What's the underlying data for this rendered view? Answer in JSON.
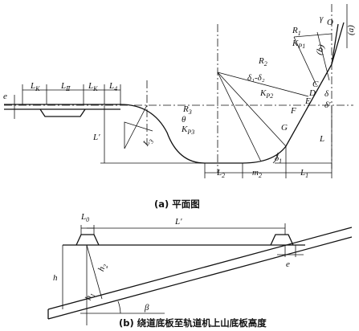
{
  "captions": {
    "a": "(a) 平面图",
    "b": "(b) 绕道底板至轨道机上山底板高度"
  },
  "plan_labels": {
    "gamma": "γ",
    "R1": "R",
    "R1_sub": "1",
    "KP1": "K",
    "KP1_sub": "P1",
    "O": "O",
    "a_dim": "(a)",
    "b_dim": "(b)",
    "R2": "R",
    "R2_sub": "2",
    "delta_diff": "δ₁-δ₂",
    "KP2": "K",
    "KP2_sub": "P2",
    "C": "C",
    "D": "D",
    "E": "E",
    "F": "F",
    "G": "G",
    "delta_right": "δ",
    "delta_prime": "δ′",
    "L": "L",
    "delta1": "δ",
    "delta1_sub": "1",
    "e": "e",
    "LK1": "L",
    "LK1_sub": "K",
    "LII": "L",
    "LII_sub": "Ⅱ",
    "LK2": "L",
    "LK2_sub": "K",
    "L4": "L",
    "L4_sub": "4",
    "R3": "R",
    "R3_sub": "3",
    "theta": "θ",
    "KP3": "K",
    "KP3_sub": "P3",
    "Lprime": "L′",
    "L3": "L",
    "L3_sub": "3",
    "L2": "L",
    "L2_sub": "2",
    "m2": "m",
    "m2_sub": "2",
    "L1": "L",
    "L1_sub": "1"
  },
  "section_labels": {
    "L0": "L",
    "L0_sub": "0",
    "Lprime": "L′",
    "h": "h",
    "h2": "h",
    "h2_sub": "2",
    "h1": "h",
    "h1_sub": "1",
    "beta": "β",
    "e": "e"
  }
}
